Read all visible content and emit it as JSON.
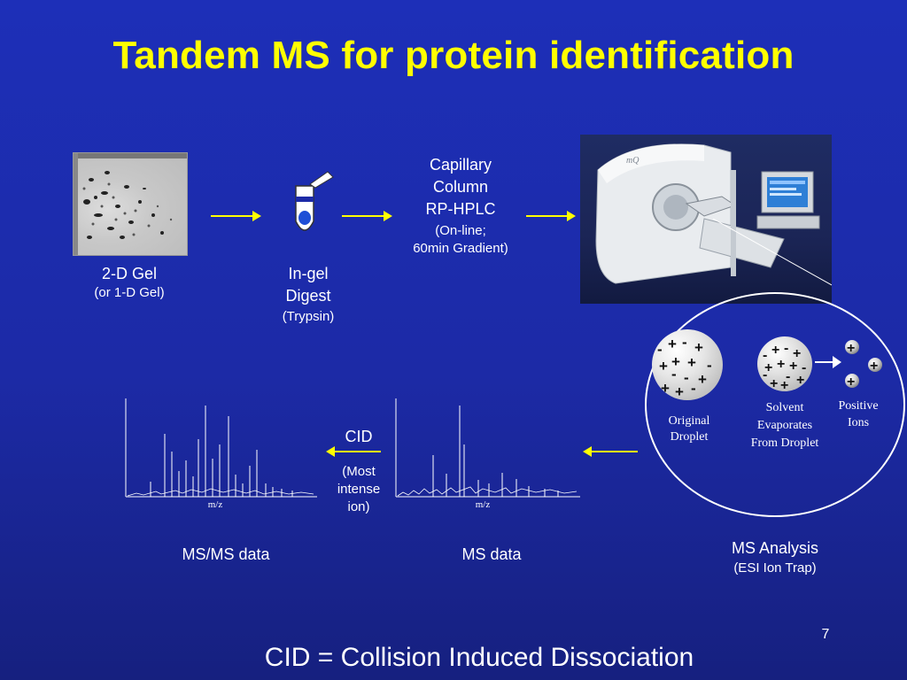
{
  "title": "Tandem MS for protein identification",
  "gel": {
    "label": "2-D Gel",
    "sub": "(or 1-D Gel)"
  },
  "digest": {
    "label1": "In-gel",
    "label2": "Digest",
    "sub": "(Trypsin)"
  },
  "hplc": {
    "line1": "Capillary",
    "line2": "Column",
    "line3": "RP-HPLC",
    "sub1": "(On-line;",
    "sub2": "60min Gradient)"
  },
  "esi": {
    "original": [
      "Original",
      "Droplet"
    ],
    "solvent": [
      "Solvent",
      "Evaporates",
      "From Droplet"
    ],
    "positive": [
      "Positive",
      "Ions"
    ]
  },
  "ms_analysis": {
    "label": "MS Analysis",
    "sub": "(ESI Ion Trap)"
  },
  "ms_data": {
    "label": "MS data",
    "axis": "m/z"
  },
  "msms_data": {
    "label": "MS/MS data",
    "axis": "m/z"
  },
  "cid": {
    "label": "CID",
    "sub1": "(Most",
    "sub2": "intense",
    "sub3": "ion)"
  },
  "footer": "CID = Collision Induced Dissociation",
  "page_number": "7",
  "colors": {
    "title": "#ffff00",
    "arrow": "#ffff00",
    "background": "#1d2fb8"
  }
}
